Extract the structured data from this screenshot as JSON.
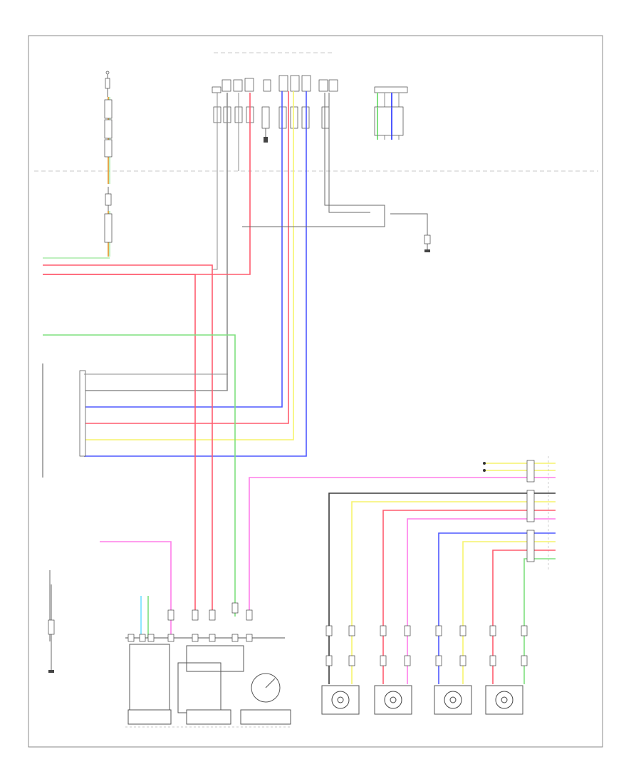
{
  "footer_code": "",
  "colors": {
    "black": "#3c3c3c",
    "gray": "#8d8d8d",
    "red": "#ff5b6e",
    "pink": "#ff7de9",
    "green": "#7fe07f",
    "blue": "#4e58ff",
    "yellow": "#f6f36c",
    "orange": "#e4a64c",
    "cyan": "#72e0ff"
  },
  "icons": [
    "ground-symbol",
    "speaker-symbol",
    "gauge-symbol",
    "connector-terminal"
  ]
}
